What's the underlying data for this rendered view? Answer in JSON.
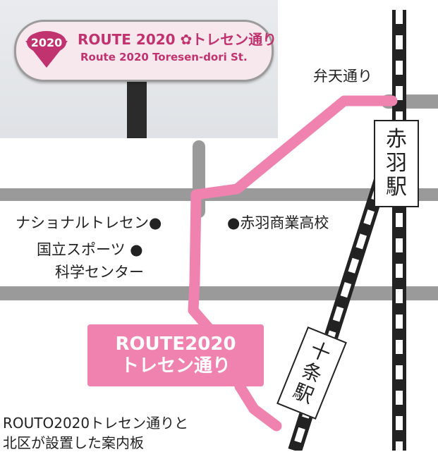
{
  "colors": {
    "road": "#9a9a9a",
    "route": "#f082b0",
    "rail": "#222222",
    "text": "#222222"
  },
  "sign_photo": {
    "emblem_text": "2020",
    "title_jp": "ROUTE 2020 ✿トレセン通り",
    "title_en": "Route 2020 Toresen-dori St."
  },
  "labels": {
    "benten_dori": "弁天通り",
    "national_training_center_line1": "ナショナルトレセン●",
    "national_training_center_line2": "国立スポーツ ●",
    "national_training_center_line3": "科学センター",
    "akabane_commercial_hs": "●赤羽商業高校"
  },
  "stations": {
    "akabane": [
      "赤",
      "羽",
      "駅"
    ],
    "jujo": [
      "十",
      "条",
      "駅"
    ]
  },
  "route_box": {
    "line1": "ROUTE2020",
    "line2": "トレセン通り"
  },
  "caption": {
    "line1": "ROUTO2020トレセン通りと",
    "line2": "北区が設置した案内板"
  }
}
